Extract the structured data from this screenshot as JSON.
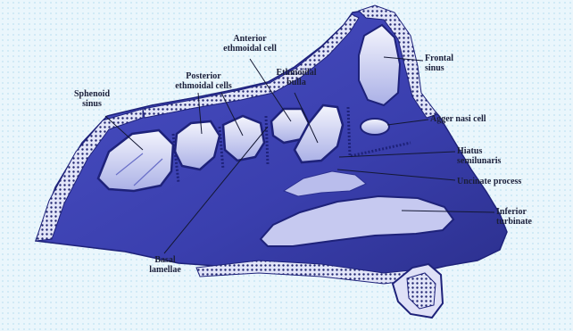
{
  "labels": {
    "sphenoid_sinus": "Sphenoid\nsinus",
    "posterior_ethmoidal_cells": "Posterior\nethmoidal cells",
    "anterior_ethmoidal_cell": "Anterior\nethmoidal cell",
    "ethmoidal_bulla": "Ethmoidal\nbulla",
    "frontal_sinus": "Frontal\nsinus",
    "agger_nasi_cell": "Agger nasi cell",
    "hiatus_semilunaris": "Hiatus\nsemilunaris",
    "uncinate_process": "Uncinate process",
    "inferior_turbinate": "Inferior\nturbinate",
    "basal_lamellae": "Basal\nlamellae"
  },
  "colors": {
    "background": "#eaf6fc",
    "tissue": "#3c41b4",
    "tissue_dark": "#1e227a",
    "sinus_fill": "#eef0fb",
    "bone": "#d9dcf5",
    "leader": "#141834"
  }
}
